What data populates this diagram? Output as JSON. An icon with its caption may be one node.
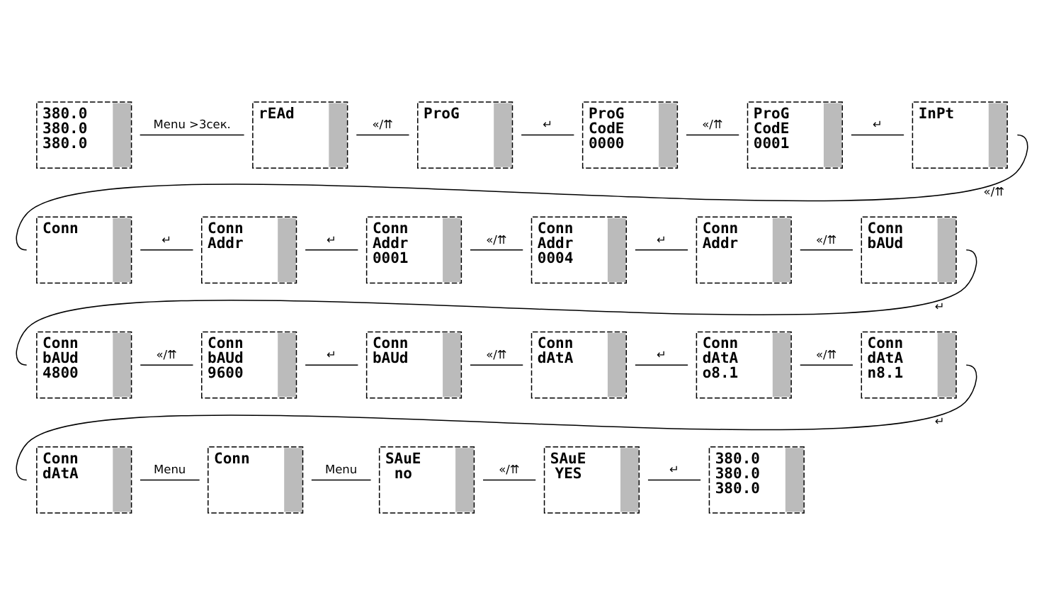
{
  "diagram": {
    "nodes": [
      {
        "text": [
          "380.0",
          "380.0",
          "380.0"
        ]
      },
      {
        "text": [
          "rEAd"
        ]
      },
      {
        "text": [
          "ProG"
        ]
      },
      {
        "text": [
          "ProG",
          "CodE",
          "0000"
        ]
      },
      {
        "text": [
          "ProG",
          "CodE",
          "0001"
        ]
      },
      {
        "text": [
          "InPt"
        ]
      },
      {
        "text": [
          "Conn"
        ]
      },
      {
        "text": [
          "Conn",
          "Addr"
        ]
      },
      {
        "text": [
          "Conn",
          "Addr",
          "0001"
        ]
      },
      {
        "text": [
          "Conn",
          "Addr",
          "0004"
        ]
      },
      {
        "text": [
          "Conn",
          "Addr"
        ]
      },
      {
        "text": [
          "Conn",
          "bAUd"
        ]
      },
      {
        "text": [
          "Conn",
          "bAUd",
          "4800"
        ]
      },
      {
        "text": [
          "Conn",
          "bAUd",
          "9600"
        ]
      },
      {
        "text": [
          "Conn",
          "bAUd"
        ]
      },
      {
        "text": [
          "Conn",
          "dAtA"
        ]
      },
      {
        "text": [
          "Conn",
          "dAtA",
          "o8.1"
        ]
      },
      {
        "text": [
          "Conn",
          "dAtA",
          "n8.1"
        ]
      },
      {
        "text": [
          "Conn",
          "dAtA"
        ]
      },
      {
        "text": [
          "Conn"
        ]
      },
      {
        "text": [
          "SAuE",
          "no"
        ]
      },
      {
        "text": [
          "SAuE",
          "YES"
        ]
      },
      {
        "text": [
          "380.0",
          "380.0",
          "380.0"
        ]
      }
    ],
    "edges": [
      {
        "from": 0,
        "to": 1,
        "arrow": "none",
        "label": "Menu >3сек."
      },
      {
        "from": 1,
        "to": 2,
        "arrow": "none",
        "label": "«/⇈"
      },
      {
        "from": 2,
        "to": 3,
        "arrow": "none",
        "label": "↵"
      },
      {
        "from": 3,
        "to": 4,
        "arrow": "none",
        "label": "«/⇈"
      },
      {
        "from": 4,
        "to": 5,
        "arrow": "none",
        "label": "↵"
      },
      {
        "from": 5,
        "to": 6,
        "arrow": "none",
        "label": "«/⇈"
      },
      {
        "from": 6,
        "to": 7,
        "arrow": "none",
        "label": "↵"
      },
      {
        "from": 7,
        "to": 8,
        "arrow": "none",
        "label": "↵"
      },
      {
        "from": 8,
        "to": 9,
        "arrow": "none",
        "label": "«/⇈"
      },
      {
        "from": 9,
        "to": 10,
        "arrow": "none",
        "label": "↵"
      },
      {
        "from": 10,
        "to": 11,
        "arrow": "none",
        "label": "«/⇈"
      },
      {
        "from": 11,
        "to": 12,
        "arrow": "none",
        "label": "↵"
      },
      {
        "from": 12,
        "to": 13,
        "arrow": "none",
        "label": "«/⇈"
      },
      {
        "from": 13,
        "to": 14,
        "arrow": "none",
        "label": "↵"
      },
      {
        "from": 14,
        "to": 15,
        "arrow": "none",
        "label": "«/⇈"
      },
      {
        "from": 15,
        "to": 16,
        "arrow": "none",
        "label": "↵"
      },
      {
        "from": 16,
        "to": 17,
        "arrow": "none",
        "label": "«/⇈"
      },
      {
        "from": 17,
        "to": 18,
        "arrow": "none",
        "label": "↵"
      },
      {
        "from": 18,
        "to": 19,
        "arrow": "none",
        "label": "Menu"
      },
      {
        "from": 19,
        "to": 20,
        "arrow": "none",
        "label": "Menu"
      },
      {
        "from": 20,
        "to": 21,
        "arrow": "none",
        "label": "«/⇈"
      },
      {
        "from": 21,
        "to": 22,
        "arrow": "none",
        "label": "↵"
      }
    ]
  }
}
